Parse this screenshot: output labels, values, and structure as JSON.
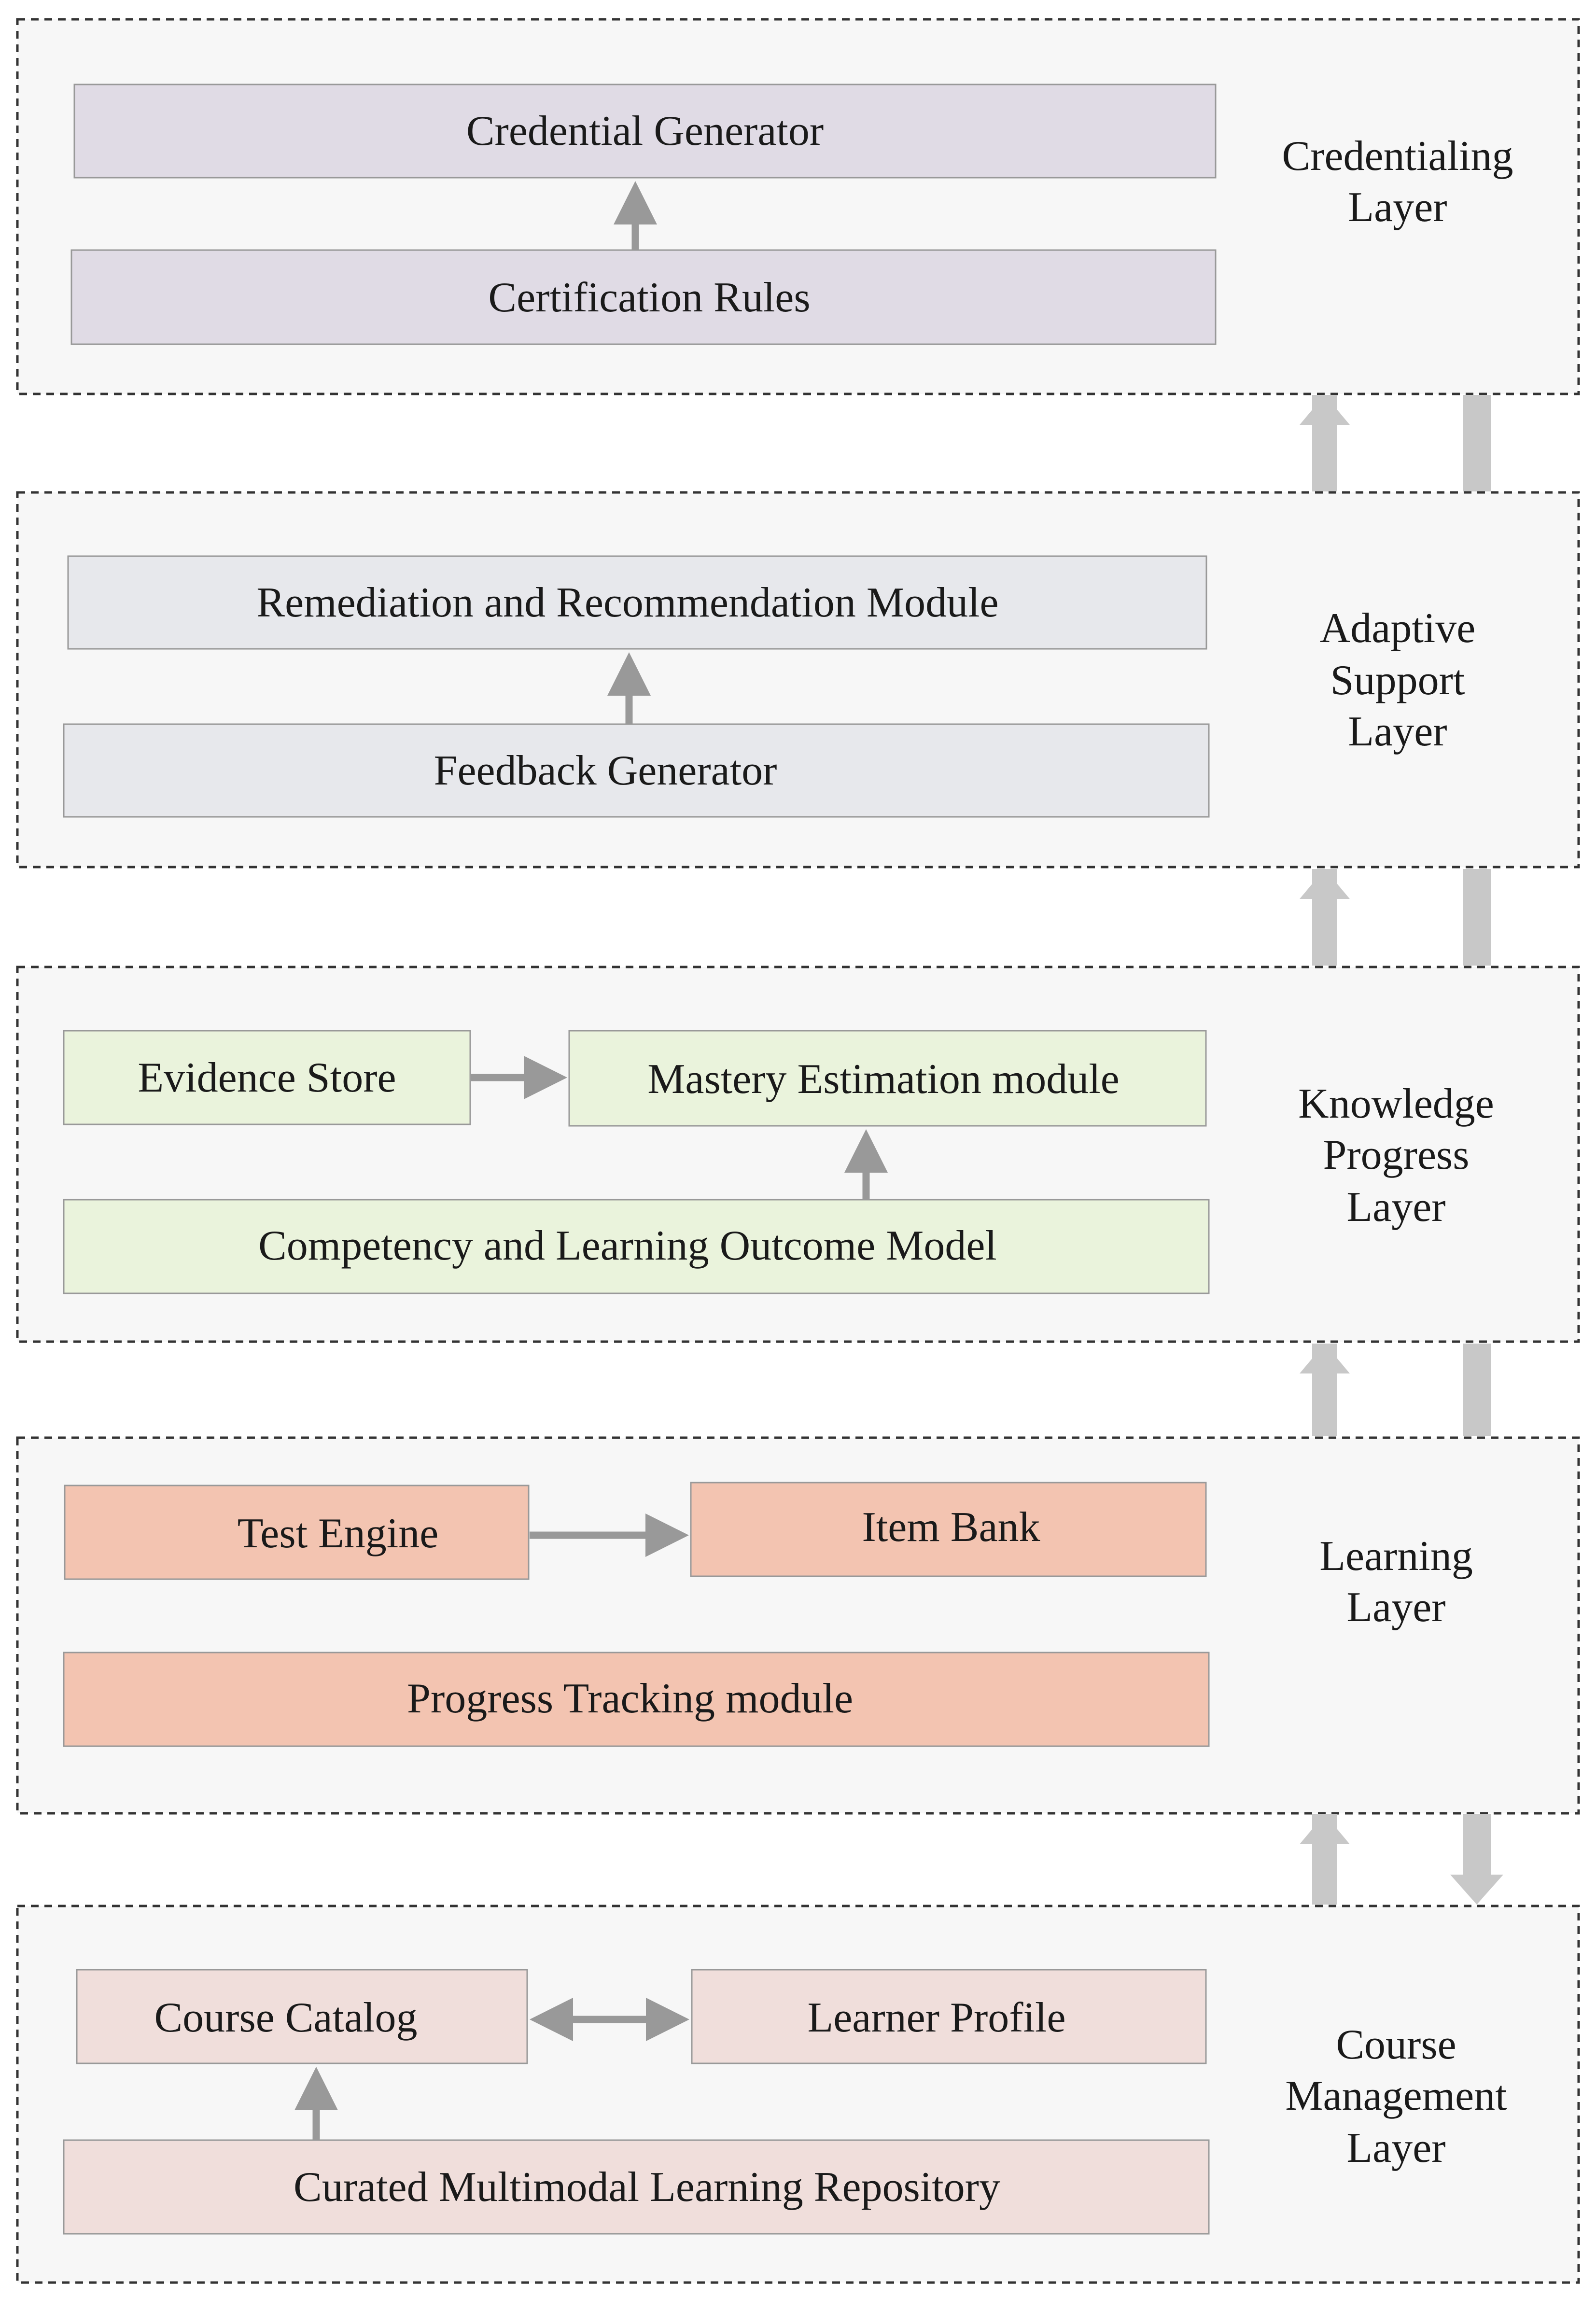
{
  "colors": {
    "panel_fill": "#f7f7f7",
    "panel_border": "#333333",
    "arrow": "#999999",
    "connector": "#c8c8c8",
    "credentialing": "#e0dbe5",
    "adaptive": "#e7e8ec",
    "knowledge": "#eaf3dc",
    "learning": "#f3c4b1",
    "course": "#f0dedb"
  },
  "layers": {
    "credentialing": {
      "label": [
        "Credentialing",
        "Layer"
      ],
      "credential_generator": "Credential Generator",
      "certification_rules": "Certification Rules"
    },
    "adaptive": {
      "label": [
        "Adaptive",
        "Support",
        "Layer"
      ],
      "remediation_module": "Remediation and Recommendation Module",
      "feedback_generator": "Feedback Generator"
    },
    "knowledge": {
      "label": [
        "Knowledge",
        "Progress",
        "Layer"
      ],
      "evidence_store": "Evidence Store",
      "mastery_module": "Mastery Estimation module",
      "competency_model": "Competency and Learning Outcome Model"
    },
    "learning": {
      "label": [
        "Learning",
        "Layer"
      ],
      "test_engine": "Test Engine",
      "item_bank": "Item Bank",
      "progress_tracking": "Progress Tracking module"
    },
    "course": {
      "label": [
        "Course",
        "Management",
        "Layer"
      ],
      "course_catalog": "Course Catalog",
      "learner_profile": "Learner Profile",
      "repository": "Curated Multimodal Learning Repository"
    }
  }
}
